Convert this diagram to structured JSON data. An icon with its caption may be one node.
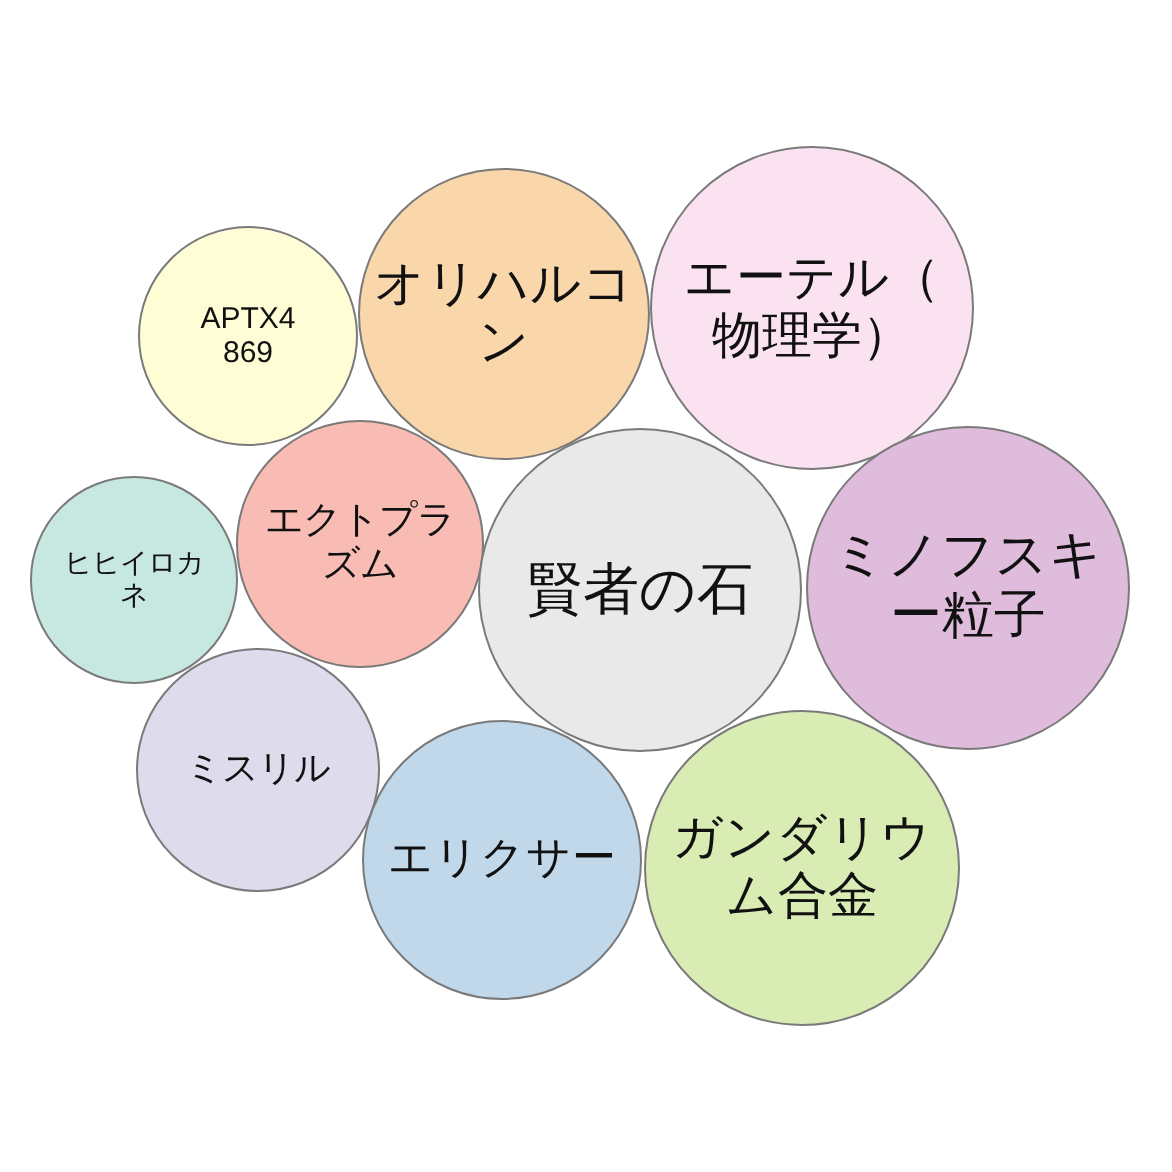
{
  "diagram": {
    "nodes": [
      {
        "text": [
          "APTX4869"
        ]
      },
      {
        "text": [
          "オリハルコン"
        ]
      },
      {
        "text": [
          "エーテル（物理学）"
        ]
      },
      {
        "text": [
          "ヒヒイロカネ"
        ]
      },
      {
        "text": [
          "エクトプラズム"
        ]
      },
      {
        "text": [
          "賢者の石"
        ]
      },
      {
        "text": [
          "ミノフスキー粒子"
        ]
      },
      {
        "text": [
          "ミスリル"
        ]
      },
      {
        "text": [
          "エリクサー"
        ]
      },
      {
        "text": [
          "ガンダリウム合金"
        ]
      }
    ]
  }
}
